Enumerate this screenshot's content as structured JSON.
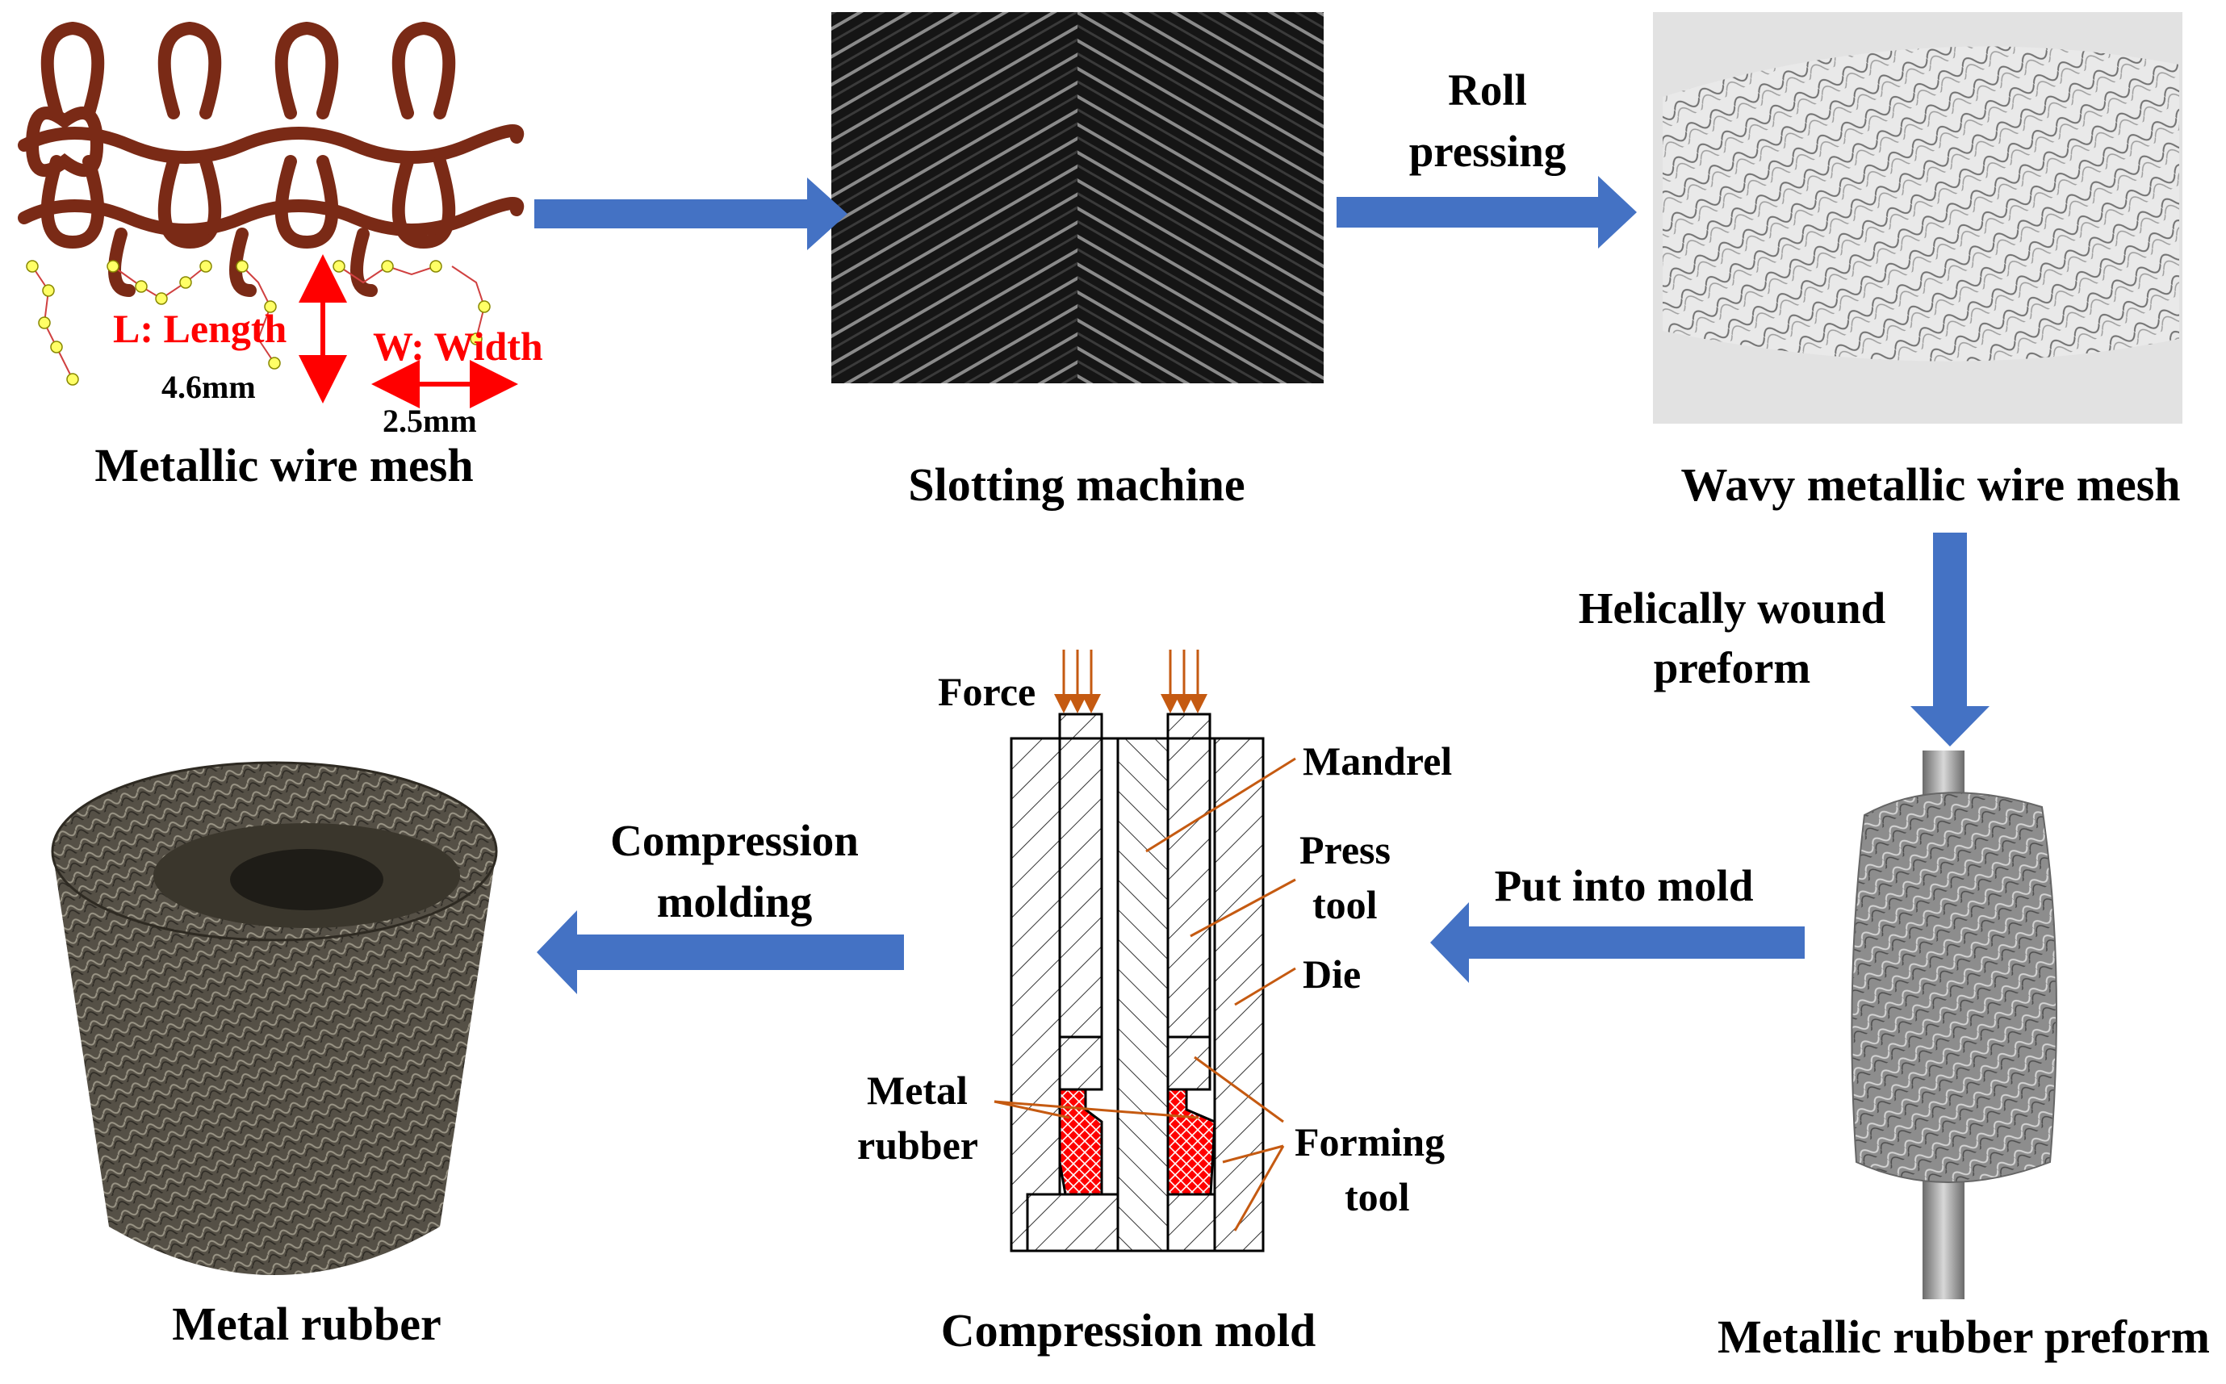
{
  "colors": {
    "arrow": "#4472c4",
    "mesh_wire": "#7a2a16",
    "dimension": "#ff0000",
    "force_arrow": "#c55a11",
    "leader": "#c55a11",
    "metal_rubber_fill": "#ff0000"
  },
  "steps": {
    "wire_mesh": "Metallic wire mesh",
    "slotting": "Slotting machine",
    "wavy_mesh": "Wavy metallic wire mesh",
    "preform": "Metallic rubber preform",
    "mold": "Compression mold",
    "metal_rubber": "Metal rubber"
  },
  "transitions": {
    "roll_1": "Roll",
    "roll_2": "pressing",
    "helical_1": "Helically wound",
    "helical_2": "preform",
    "put_into_mold": "Put into mold",
    "compression_1": "Compression",
    "compression_2": "molding"
  },
  "mesh_labels": {
    "length": "L: Length",
    "width": "W: Width",
    "length_value": "4.6mm",
    "width_value": "2.5mm"
  },
  "mold_labels": {
    "force": "Force",
    "mandrel": "Mandrel",
    "press_1": "Press",
    "press_2": "tool",
    "die": "Die",
    "metal_1": "Metal",
    "metal_2": "rubber",
    "forming_1": "Forming",
    "forming_2": "tool"
  }
}
